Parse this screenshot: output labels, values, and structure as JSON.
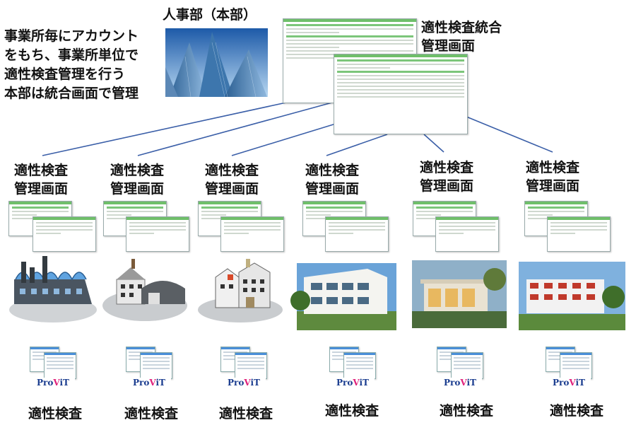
{
  "hr": {
    "title": "人事部（本部）"
  },
  "description": [
    "事業所毎にアカウント",
    "をもち、事業所単位で",
    "適性検査管理を行う",
    "本部は統合画面で管理"
  ],
  "hq_screen": {
    "title_line1": "適性検査統合",
    "title_line2": "管理画面"
  },
  "branches": [
    {
      "label_line1": "適性検査",
      "label_line2": "管理画面",
      "building": "factory",
      "test_label": "適性検査",
      "logo": "ProViT"
    },
    {
      "label_line1": "適性検査",
      "label_line2": "管理画面",
      "building": "warehouse",
      "test_label": "適性検査",
      "logo": "ProViT"
    },
    {
      "label_line1": "適性検査",
      "label_line2": "管理画面",
      "building": "small-factory",
      "test_label": "適性検査",
      "logo": "ProViT"
    },
    {
      "label_line1": "適性検査",
      "label_line2": "管理画面",
      "building": "apartment",
      "test_label": "適性検査",
      "logo": "ProViT"
    },
    {
      "label_line1": "適性検査",
      "label_line2": "管理画面",
      "building": "villa",
      "test_label": "適性検査",
      "logo": "ProViT"
    },
    {
      "label_line1": "適性検査",
      "label_line2": "管理画面",
      "building": "apartment-red",
      "test_label": "適性検査",
      "logo": "ProViT"
    }
  ],
  "colors": {
    "connector": "#3b5fa8",
    "screen_accent": "#6fbf6a"
  }
}
